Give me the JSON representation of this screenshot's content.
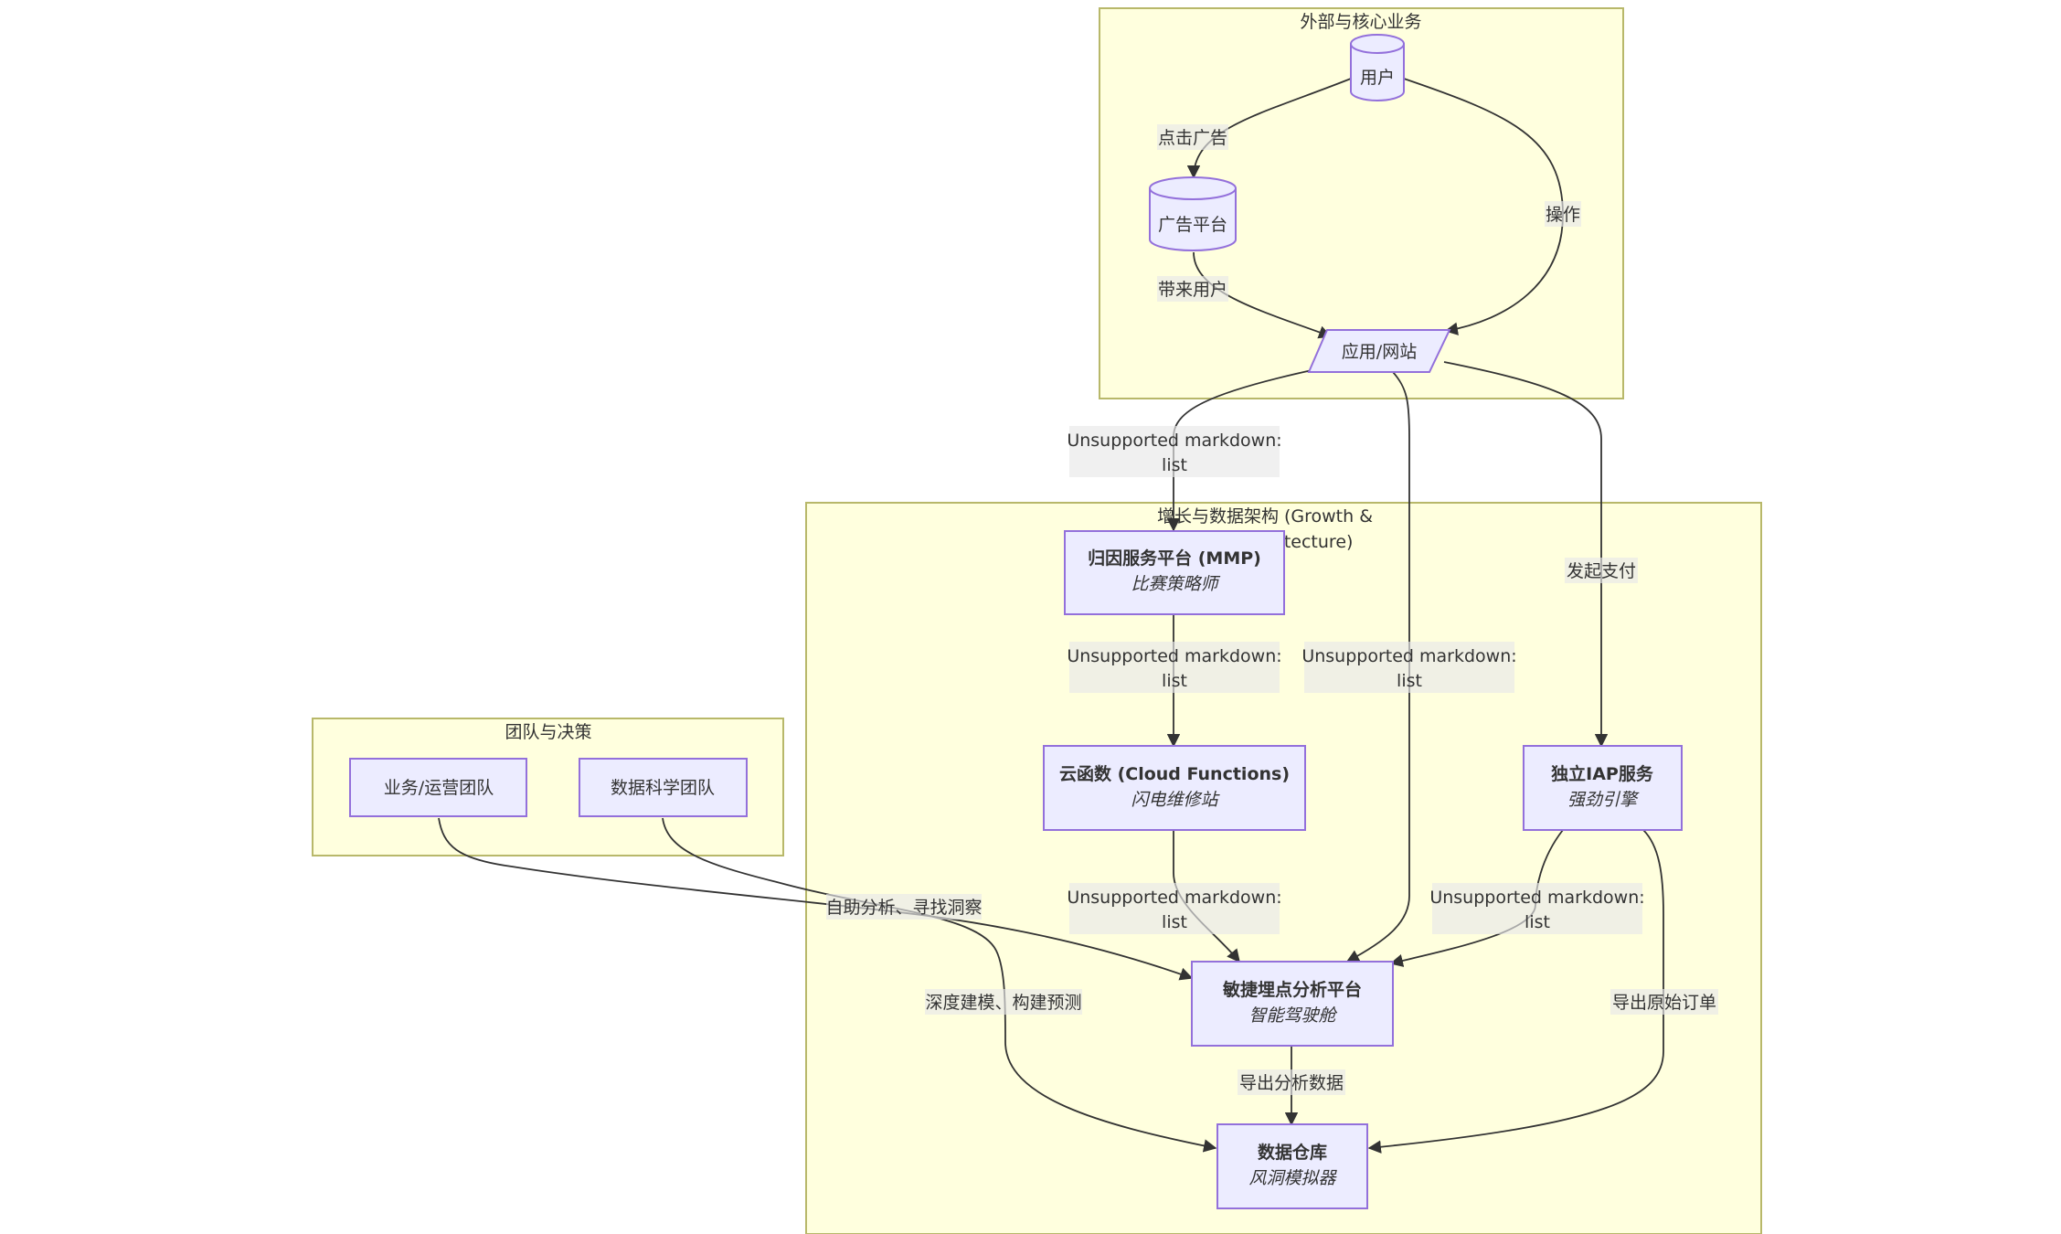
{
  "clusters": {
    "external": "外部与核心业务",
    "growth": "增长与数据架构 (Growth &",
    "growth_line2": "itecture)",
    "team": "团队与决策"
  },
  "nodes": {
    "user": "用户",
    "adplatform": "广告平台",
    "app": "应用/网站",
    "mmp_title": "归因服务平台 (MMP)",
    "mmp_sub": "比赛策略师",
    "cloud_title": "云函数 (Cloud Functions)",
    "cloud_sub": "闪电维修站",
    "iap_title": "独立IAP服务",
    "iap_sub": "强劲引擎",
    "analytics_title": "敏捷埋点分析平台",
    "analytics_sub": "智能驾驶舱",
    "warehouse_title": "数据仓库",
    "warehouse_sub": "风洞模拟器",
    "biz_team": "业务/运营团队",
    "ds_team": "数据科学团队"
  },
  "edges": {
    "click_ad": "点击广告",
    "operate": "操作",
    "bring_users": "带来用户",
    "unsupported_1": "Unsupported markdown:",
    "unsupported_2": "list",
    "payment": "发起支付",
    "self_analysis": "自助分析、寻找洞察",
    "modeling": "深度建模、构建预测",
    "export_analysis": "导出分析数据",
    "export_orders": "导出原始订单"
  },
  "colors": {
    "cluster_fill": "#ffffde",
    "cluster_stroke": "#b8b86a",
    "node_fill": "#ececff",
    "node_stroke": "#9370db",
    "edge": "#333333"
  }
}
